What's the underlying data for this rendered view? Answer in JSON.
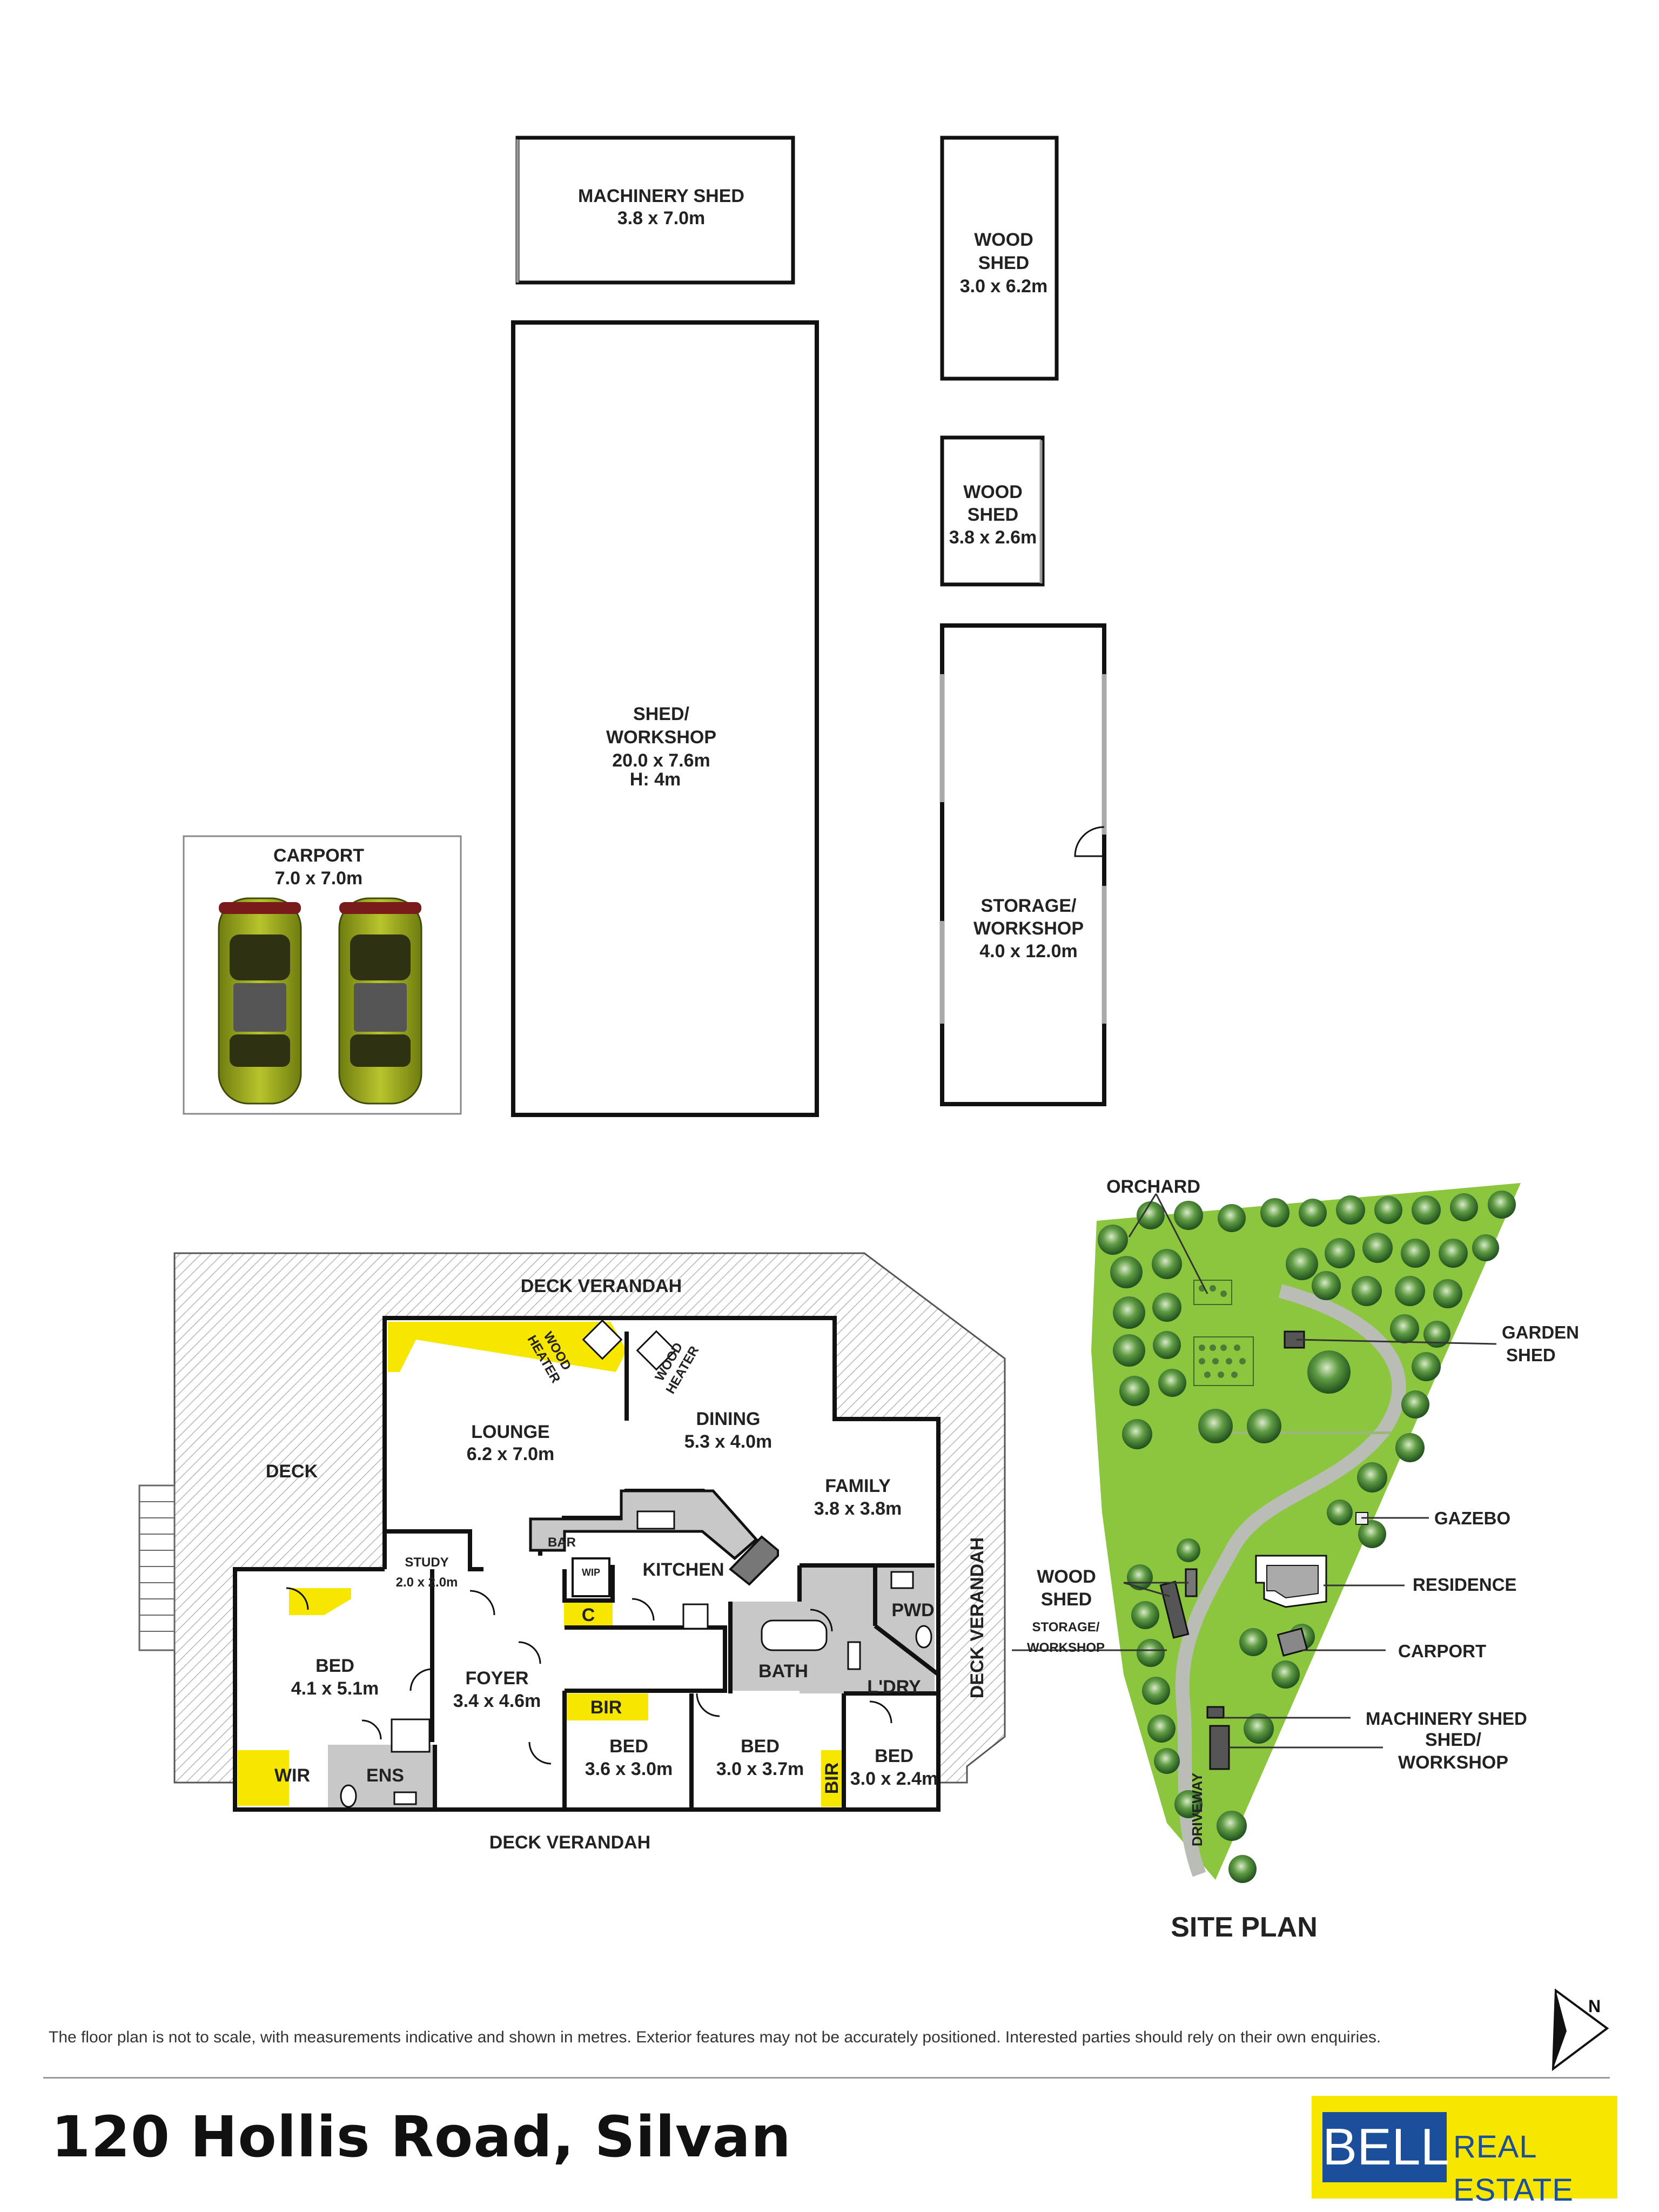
{
  "outbuildings": {
    "machinery_shed": {
      "name": "MACHINERY SHED",
      "size": "3.8 x 7.0m"
    },
    "wood_shed_1": {
      "line1": "WOOD",
      "line2": "SHED",
      "size": "3.0 x 6.2m"
    },
    "wood_shed_2": {
      "line1": "WOOD",
      "line2": "SHED",
      "size": "3.8 x 2.6m"
    },
    "shed_workshop": {
      "line1": "SHED/",
      "line2": "WORKSHOP",
      "size": "20.0 x 7.6m",
      "height": "H: 4m"
    },
    "storage_workshop": {
      "line1": "STORAGE/",
      "line2": "WORKSHOP",
      "size": "4.0 x 12.0m"
    },
    "carport": {
      "name": "CARPORT",
      "size": "7.0 x 7.0m"
    }
  },
  "floor_plan": {
    "deck_verandah_top": "DECK VERANDAH",
    "deck_verandah_bottom": "DECK VERANDAH",
    "deck_verandah_right": "DECK VERANDAH",
    "deck": "DECK",
    "lounge": {
      "name": "LOUNGE",
      "size": "6.2 x 7.0m"
    },
    "wood_heater_1": [
      "WOOD",
      "HEATER"
    ],
    "wood_heater_2": [
      "WOOD",
      "HEATER"
    ],
    "dining": {
      "name": "DINING",
      "size": "5.3 x 4.0m"
    },
    "family": {
      "name": "FAMILY",
      "size": "3.8 x 3.8m"
    },
    "study": {
      "name": "STUDY",
      "size": "2.0 x 2.0m"
    },
    "bar": "BAR",
    "wip": "WIP",
    "kitchen": "KITCHEN",
    "c": "C",
    "pwd": "PWD",
    "bath": "BATH",
    "ldry": "L'DRY",
    "bed_main": {
      "name": "BED",
      "size": "4.1 x 5.1m"
    },
    "foyer": {
      "name": "FOYER",
      "size": "3.4 x 4.6m"
    },
    "bir_1": "BIR",
    "bir_2": "BIR",
    "bed_2": {
      "name": "BED",
      "size": "3.6 x 3.0m"
    },
    "bed_3": {
      "name": "BED",
      "size": "3.0 x 3.7m"
    },
    "bed_4": {
      "name": "BED",
      "size": "3.0 x 2.4m"
    },
    "wir": "WIR",
    "ens": "ENS"
  },
  "site_plan": {
    "title": "SITE PLAN",
    "orchard": "ORCHARD",
    "garden_shed": [
      "GARDEN",
      "SHED"
    ],
    "gazebo": "GAZEBO",
    "residence": "RESIDENCE",
    "wood_shed": [
      "WOOD",
      "SHED"
    ],
    "storage_workshop": [
      "STORAGE/",
      "WORKSHOP"
    ],
    "carport": "CARPORT",
    "machinery_shed": "MACHINERY SHED",
    "shed_workshop": [
      "SHED/",
      "WORKSHOP"
    ],
    "driveway": "DRIVEWAY"
  },
  "compass": {
    "label": "N"
  },
  "disclaimer": "The floor plan is not to scale, with measurements indicative and shown in metres. Exterior features may not be accurately positioned. Interested parties should rely on their own enquiries.",
  "address": "120 Hollis Road, Silvan",
  "logo": {
    "brand": "BELL",
    "tagline": "REAL ESTATE"
  },
  "colors": {
    "accent_yellow": "#f6e600",
    "logo_blue": "#1b4e9b",
    "site_green": "#8cc63f",
    "tree_green": "#2e6f2a",
    "wet_area_grey": "#c8c8c8"
  }
}
